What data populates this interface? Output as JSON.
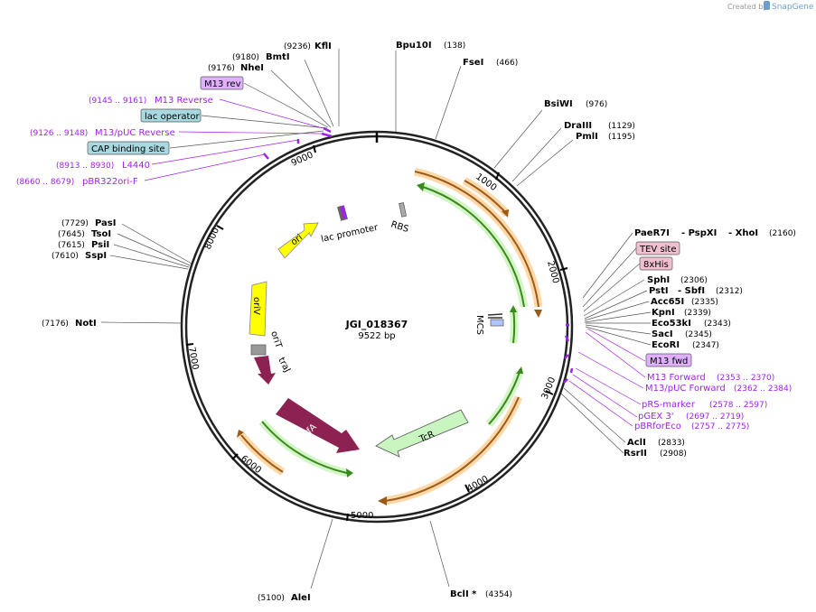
{
  "app": {
    "credit_text": "Created by",
    "brand": "SnapGene"
  },
  "plasmid": {
    "name": "JGI_018367",
    "length_label": "9522 bp"
  },
  "ticks": [
    "1000",
    "2000",
    "3000",
    "4000",
    "5000",
    "6000",
    "7000",
    "8000",
    "9000"
  ],
  "enzymes": {
    "kfli": {
      "name": "KflI",
      "pos": "(9236)"
    },
    "bmti": {
      "name": "BmtI",
      "pos": "(9180)"
    },
    "nhei": {
      "name": "NheI",
      "pos": "(9176)"
    },
    "bpu10i": {
      "name": "Bpu10I",
      "pos": "(138)"
    },
    "fsei": {
      "name": "FseI",
      "pos": "(466)"
    },
    "bsiwi": {
      "name": "BsiWI",
      "pos": "(976)"
    },
    "draiii": {
      "name": "DraIII",
      "pos": "(1129)"
    },
    "pmli": {
      "name": "PmlI",
      "pos": "(1195)"
    },
    "paer7i": {
      "name": "PaeR7I"
    },
    "pspxi": {
      "name": "- PspXI"
    },
    "xhoi": {
      "name": "- XhoI",
      "pos": "(2160)"
    },
    "sphi": {
      "name": "SphI",
      "pos": "(2306)"
    },
    "psti": {
      "name": "PstI"
    },
    "sbfi": {
      "name": "- SbfI",
      "pos": "(2312)"
    },
    "acc65i": {
      "name": "Acc65I",
      "pos": "(2335)"
    },
    "kpni": {
      "name": "KpnI",
      "pos": "(2339)"
    },
    "eco53ki": {
      "name": "Eco53kI",
      "pos": "(2343)"
    },
    "saci": {
      "name": "SacI",
      "pos": "(2345)"
    },
    "ecori": {
      "name": "EcoRI",
      "pos": "(2347)"
    },
    "acli": {
      "name": "AclI",
      "pos": "(2833)"
    },
    "rsrii": {
      "name": "RsrII",
      "pos": "(2908)"
    },
    "bcli": {
      "name": "BclI *",
      "pos": "(4354)"
    },
    "alei": {
      "name": "AleI",
      "pos": "(5100)"
    },
    "noti": {
      "name": "NotI",
      "pos": "(7176)"
    },
    "spsi": {
      "name": "SspI",
      "pos": "(7610)"
    },
    "psii": {
      "name": "PsiI",
      "pos": "(7615)"
    },
    "tsoi": {
      "name": "TsoI",
      "pos": "(7645)"
    },
    "pasi": {
      "name": "PasI",
      "pos": "(7729)"
    }
  },
  "primers": {
    "m13rev": {
      "name": "M13 rev"
    },
    "m13reverse": {
      "name": "M13 Reverse",
      "pos": "(9145 .. 9161)"
    },
    "m13puc_rev": {
      "name": "M13/pUC Reverse",
      "pos": "(9126 .. 9148)"
    },
    "l4440": {
      "name": "L4440",
      "pos": "(8913 .. 8930)"
    },
    "pbr322": {
      "name": "pBR322ori-F",
      "pos": "(8660 .. 8679)"
    },
    "m13fwd": {
      "name": "M13 fwd"
    },
    "m13forward": {
      "name": "M13 Forward",
      "pos": "(2353 .. 2370)"
    },
    "m13puc_fwd": {
      "name": "M13/pUC Forward",
      "pos": "(2362 .. 2384)"
    },
    "prs": {
      "name": "pRS-marker",
      "pos": "(2578 .. 2597)"
    },
    "pgex": {
      "name": "pGEX 3'",
      "pos": "(2697 .. 2719)"
    },
    "pbrfor": {
      "name": "pBRforEco",
      "pos": "(2757 .. 2775)"
    }
  },
  "feature_boxes": {
    "lac_operator": "lac operator",
    "cap_site": "CAP binding site",
    "tev_site": "TEV site",
    "his": "8xHis"
  },
  "features": {
    "ori": "ori",
    "lac_promoter": "lac promoter",
    "rbs": "RBS",
    "mcs": "MCS",
    "oriv": "oriV",
    "orit": "oriT",
    "traj": "traJ",
    "trfa": "trfA",
    "tcr": "TcR"
  },
  "colors": {
    "primer": "#a020f0",
    "orange_feature": "#f7a03c",
    "green_feature": "#8fd07a",
    "ori_yellow": "#ffff00",
    "trfa_maroon": "#8b2252",
    "tcr_green": "#c8f5c0"
  }
}
